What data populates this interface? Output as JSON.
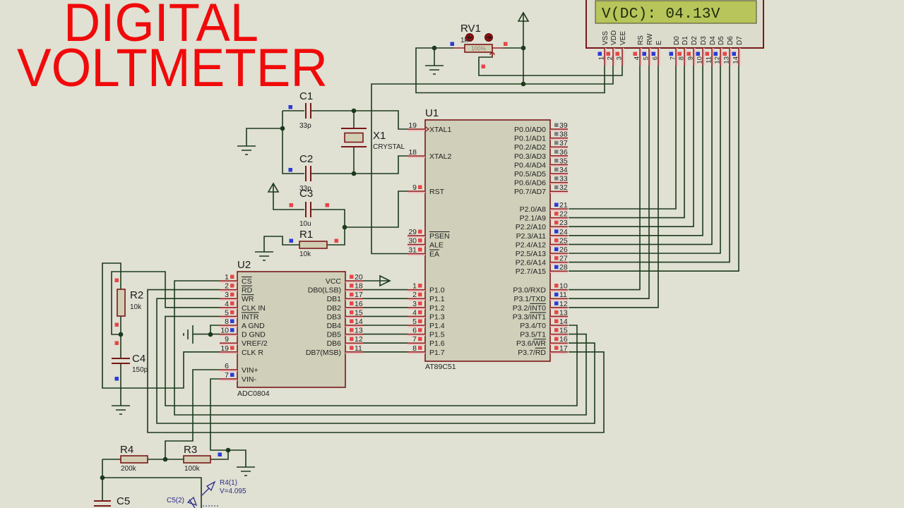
{
  "title": {
    "line1": "DIGITAL",
    "line2": "VOLTMETER"
  },
  "state_colors": {
    "high": "#e64646",
    "low": "#2a3ad6",
    "float": "#7f7f7f"
  },
  "lcd": {
    "display": "V(DC): 04.13V",
    "pins": [
      {
        "num": "1",
        "name": "VSS",
        "state": "low"
      },
      {
        "num": "2",
        "name": "VDD",
        "state": "high"
      },
      {
        "num": "3",
        "name": "VEE",
        "state": "high"
      },
      {
        "num": "4",
        "name": "RS",
        "state": "high"
      },
      {
        "num": "5",
        "name": "RW",
        "state": "low"
      },
      {
        "num": "6",
        "name": "E",
        "state": "low"
      },
      {
        "num": "7",
        "name": "D0",
        "state": "low"
      },
      {
        "num": "8",
        "name": "D1",
        "state": "high"
      },
      {
        "num": "9",
        "name": "D2",
        "state": "high"
      },
      {
        "num": "10",
        "name": "D3",
        "state": "low"
      },
      {
        "num": "11",
        "name": "D4",
        "state": "high"
      },
      {
        "num": "12",
        "name": "D5",
        "state": "low"
      },
      {
        "num": "13",
        "name": "D6",
        "state": "high"
      },
      {
        "num": "14",
        "name": "D7",
        "state": "low"
      }
    ]
  },
  "rv1": {
    "ref": "RV1",
    "value": "1k",
    "wiper": "100%",
    "left_pin_state": "low",
    "right_pin_state": "high",
    "wiper_pin_state": "high"
  },
  "c1": {
    "ref": "C1",
    "value": "33p",
    "pin_state": "low"
  },
  "c2": {
    "ref": "C2",
    "value": "33p",
    "pin_state": "low"
  },
  "x1": {
    "ref": "X1",
    "value": "CRYSTAL"
  },
  "c3": {
    "ref": "C3",
    "value": "10u",
    "pin1_state": "high",
    "pin2_state": "high"
  },
  "r1": {
    "ref": "R1",
    "value": "10k",
    "pin1_state": "low",
    "pin2_state": "high"
  },
  "r2": {
    "ref": "R2",
    "value": "10k",
    "pin1_state": "high",
    "pin2_state": "high"
  },
  "c4": {
    "ref": "C4",
    "value": "150p",
    "pin1_state": "high",
    "pin2_state": "low"
  },
  "r4": {
    "ref": "R4",
    "value": "200k"
  },
  "r3": {
    "ref": "R3",
    "value": "100k",
    "pin2_state": "low"
  },
  "c5": {
    "ref": "C5"
  },
  "probes": [
    {
      "label": "R4(1)",
      "reading": "V=4.095"
    },
    {
      "label": "C5(2)"
    }
  ],
  "u1": {
    "ref": "U1",
    "part": "AT89C51",
    "left_pins": [
      {
        "num": "19",
        "label": "XTAL1"
      },
      {
        "num": "18",
        "label": "XTAL2"
      },
      {
        "num": "9",
        "label": "RST",
        "state": "high"
      },
      {
        "num": "29",
        "label_bar": "PSEN",
        "state": "high"
      },
      {
        "num": "30",
        "label": "ALE",
        "state": "high"
      },
      {
        "num": "31",
        "label_bar": "EA",
        "state": "high"
      },
      {
        "num": "1",
        "label": "P1.0",
        "state": "high"
      },
      {
        "num": "2",
        "label": "P1.1",
        "state": "high"
      },
      {
        "num": "3",
        "label": "P1.2",
        "state": "high"
      },
      {
        "num": "4",
        "label": "P1.3",
        "state": "high"
      },
      {
        "num": "5",
        "label": "P1.4",
        "state": "high"
      },
      {
        "num": "6",
        "label": "P1.5",
        "state": "high"
      },
      {
        "num": "7",
        "label": "P1.6",
        "state": "high"
      },
      {
        "num": "8",
        "label": "P1.7",
        "state": "high"
      }
    ],
    "right_pins": [
      {
        "num": "39",
        "label": "P0.0/AD0",
        "state": "float"
      },
      {
        "num": "38",
        "label": "P0.1/AD1",
        "state": "float"
      },
      {
        "num": "37",
        "label": "P0.2/AD2",
        "state": "float"
      },
      {
        "num": "36",
        "label": "P0.3/AD3",
        "state": "float"
      },
      {
        "num": "35",
        "label": "P0.4/AD4",
        "state": "float"
      },
      {
        "num": "34",
        "label": "P0.5/AD5",
        "state": "float"
      },
      {
        "num": "33",
        "label": "P0.6/AD6",
        "state": "float"
      },
      {
        "num": "32",
        "label": "P0.7/AD7",
        "state": "float"
      },
      {
        "num": "21",
        "label": "P2.0/A8",
        "state": "low"
      },
      {
        "num": "22",
        "label": "P2.1/A9",
        "state": "high"
      },
      {
        "num": "23",
        "label": "P2.2/A10",
        "state": "high"
      },
      {
        "num": "24",
        "label": "P2.3/A11",
        "state": "low"
      },
      {
        "num": "25",
        "label": "P2.4/A12",
        "state": "high"
      },
      {
        "num": "26",
        "label": "P2.5/A13",
        "state": "low"
      },
      {
        "num": "27",
        "label": "P2.6/A14",
        "state": "high"
      },
      {
        "num": "28",
        "label": "P2.7/A15",
        "state": "low"
      },
      {
        "num": "10",
        "label": "P3.0/RXD",
        "state": "high"
      },
      {
        "num": "11",
        "label": "P3.1/TXD",
        "state": "low"
      },
      {
        "num": "12",
        "label": "P3.2/",
        "label_bar": "INT0",
        "state": "low"
      },
      {
        "num": "13",
        "label": "P3.3/",
        "label_bar": "INT1",
        "state": "high"
      },
      {
        "num": "14",
        "label": "P3.4/T0",
        "state": "high"
      },
      {
        "num": "15",
        "label": "P3.5/T1",
        "state": "high"
      },
      {
        "num": "16",
        "label": "P3.6/",
        "label_bar": "WR",
        "state": "high"
      },
      {
        "num": "17",
        "label": "P3.7/",
        "label_bar": "RD",
        "state": "high"
      }
    ]
  },
  "u2": {
    "ref": "U2",
    "part": "ADC0804",
    "left_pins": [
      {
        "num": "1",
        "label_bar": "CS",
        "state": "high"
      },
      {
        "num": "2",
        "label_bar": "RD",
        "state": "high"
      },
      {
        "num": "3",
        "label_bar": "WR",
        "state": "high"
      },
      {
        "num": "4",
        "label": "CLK IN",
        "state": "high"
      },
      {
        "num": "5",
        "label_bar": "INTR",
        "state": "high"
      },
      {
        "num": "8",
        "label": "A GND",
        "state": "low"
      },
      {
        "num": "10",
        "label": "D GND",
        "state": "low"
      },
      {
        "num": "9",
        "label": "VREF/2"
      },
      {
        "num": "19",
        "label": "CLK R",
        "state": "high"
      },
      {
        "num": "6",
        "label": "VIN+"
      },
      {
        "num": "7",
        "label": "VIN-",
        "state": "low"
      }
    ],
    "right_pins": [
      {
        "num": "20",
        "label": "VCC",
        "state": "high"
      },
      {
        "num": "18",
        "label": "DB0(LSB)",
        "state": "high"
      },
      {
        "num": "17",
        "label": "DB1",
        "state": "high"
      },
      {
        "num": "16",
        "label": "DB2",
        "state": "high"
      },
      {
        "num": "15",
        "label": "DB3",
        "state": "high"
      },
      {
        "num": "14",
        "label": "DB4",
        "state": "high"
      },
      {
        "num": "13",
        "label": "DB5",
        "state": "high"
      },
      {
        "num": "12",
        "label": "DB6",
        "state": "high"
      },
      {
        "num": "11",
        "label": "DB7(MSB)",
        "state": "high"
      }
    ]
  }
}
